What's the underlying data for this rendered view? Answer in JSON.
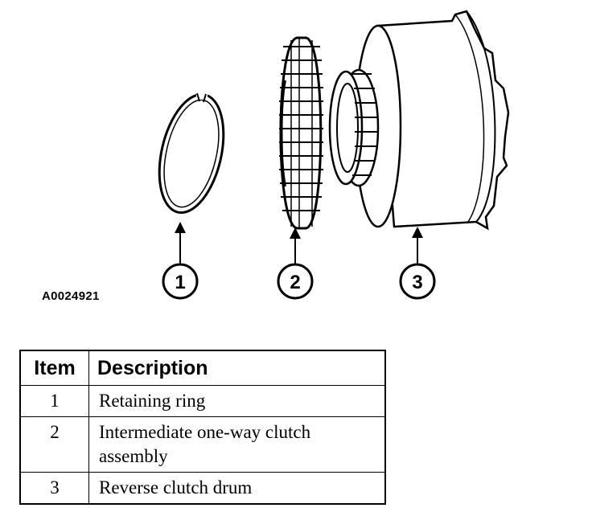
{
  "figure": {
    "id": "A0024921",
    "callouts": [
      {
        "number": "1",
        "part": "Retaining ring"
      },
      {
        "number": "2",
        "part": "Intermediate one-way clutch assembly"
      },
      {
        "number": "3",
        "part": "Reverse clutch drum"
      }
    ]
  },
  "table": {
    "headers": {
      "item": "Item",
      "description": "Description"
    },
    "rows": [
      {
        "item": "1",
        "description": "Retaining ring"
      },
      {
        "item": "2",
        "description": "Intermediate one-way clutch assembly"
      },
      {
        "item": "3",
        "description": "Reverse clutch drum"
      }
    ]
  }
}
